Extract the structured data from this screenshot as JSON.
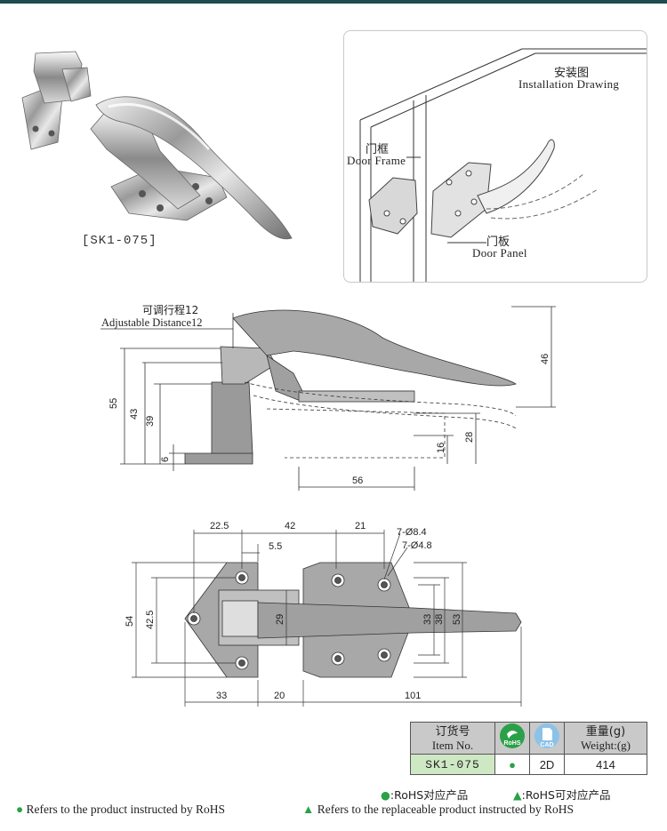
{
  "product": {
    "label": "[SK1-075]"
  },
  "installation": {
    "title_cn": "安装图",
    "title_en": "Installation Drawing",
    "door_frame_cn": "门框",
    "door_frame_en": "Door Frame",
    "door_panel_cn": "门板",
    "door_panel_en": "Door Panel"
  },
  "side_view": {
    "adjustable_cn": "可调行程12",
    "adjustable_en": "Adjustable Distance12",
    "dims": {
      "d55": "55",
      "d43": "43",
      "d39": "39",
      "d6": "6",
      "d46": "46",
      "d28": "28",
      "d16": "16",
      "d56": "56"
    }
  },
  "top_view": {
    "dims": {
      "d22_5": "22.5",
      "d42": "42",
      "d21": "21",
      "d5_5": "5.5",
      "hole_large": "7-Ø8.4",
      "hole_small": "7-Ø4.8",
      "d54": "54",
      "d42_5": "42.5",
      "d29": "29",
      "d33v": "33",
      "d38": "38",
      "d53": "53",
      "d33h": "33",
      "d20": "20",
      "d101": "101"
    }
  },
  "table": {
    "item_cn": "订货号",
    "item_en": "Item No.",
    "rohs_badge": "RoHS",
    "cad_badge": "CAD",
    "weight_cn": "重量(g)",
    "weight_en": "Weight:(g)",
    "item_value": "SK1-075",
    "rohs_value": "●",
    "cad_value": "2D",
    "weight_value": "414",
    "colors": {
      "header_bg": "#c9c9c9",
      "item_bg": "#cfe8c4",
      "rohs_green": "#2aa148",
      "cad_blue": "#8cc2e8"
    }
  },
  "legend": {
    "rohs_cn": ":RoHS对应产品",
    "replaceable_cn": ":RoHS可对应产品",
    "rohs_en": "Refers to the product instructed by RoHS",
    "replaceable_en": "Refers to the replaceable product instructed by RoHS",
    "dot_symbol": "●",
    "triangle_symbol": "▲"
  }
}
